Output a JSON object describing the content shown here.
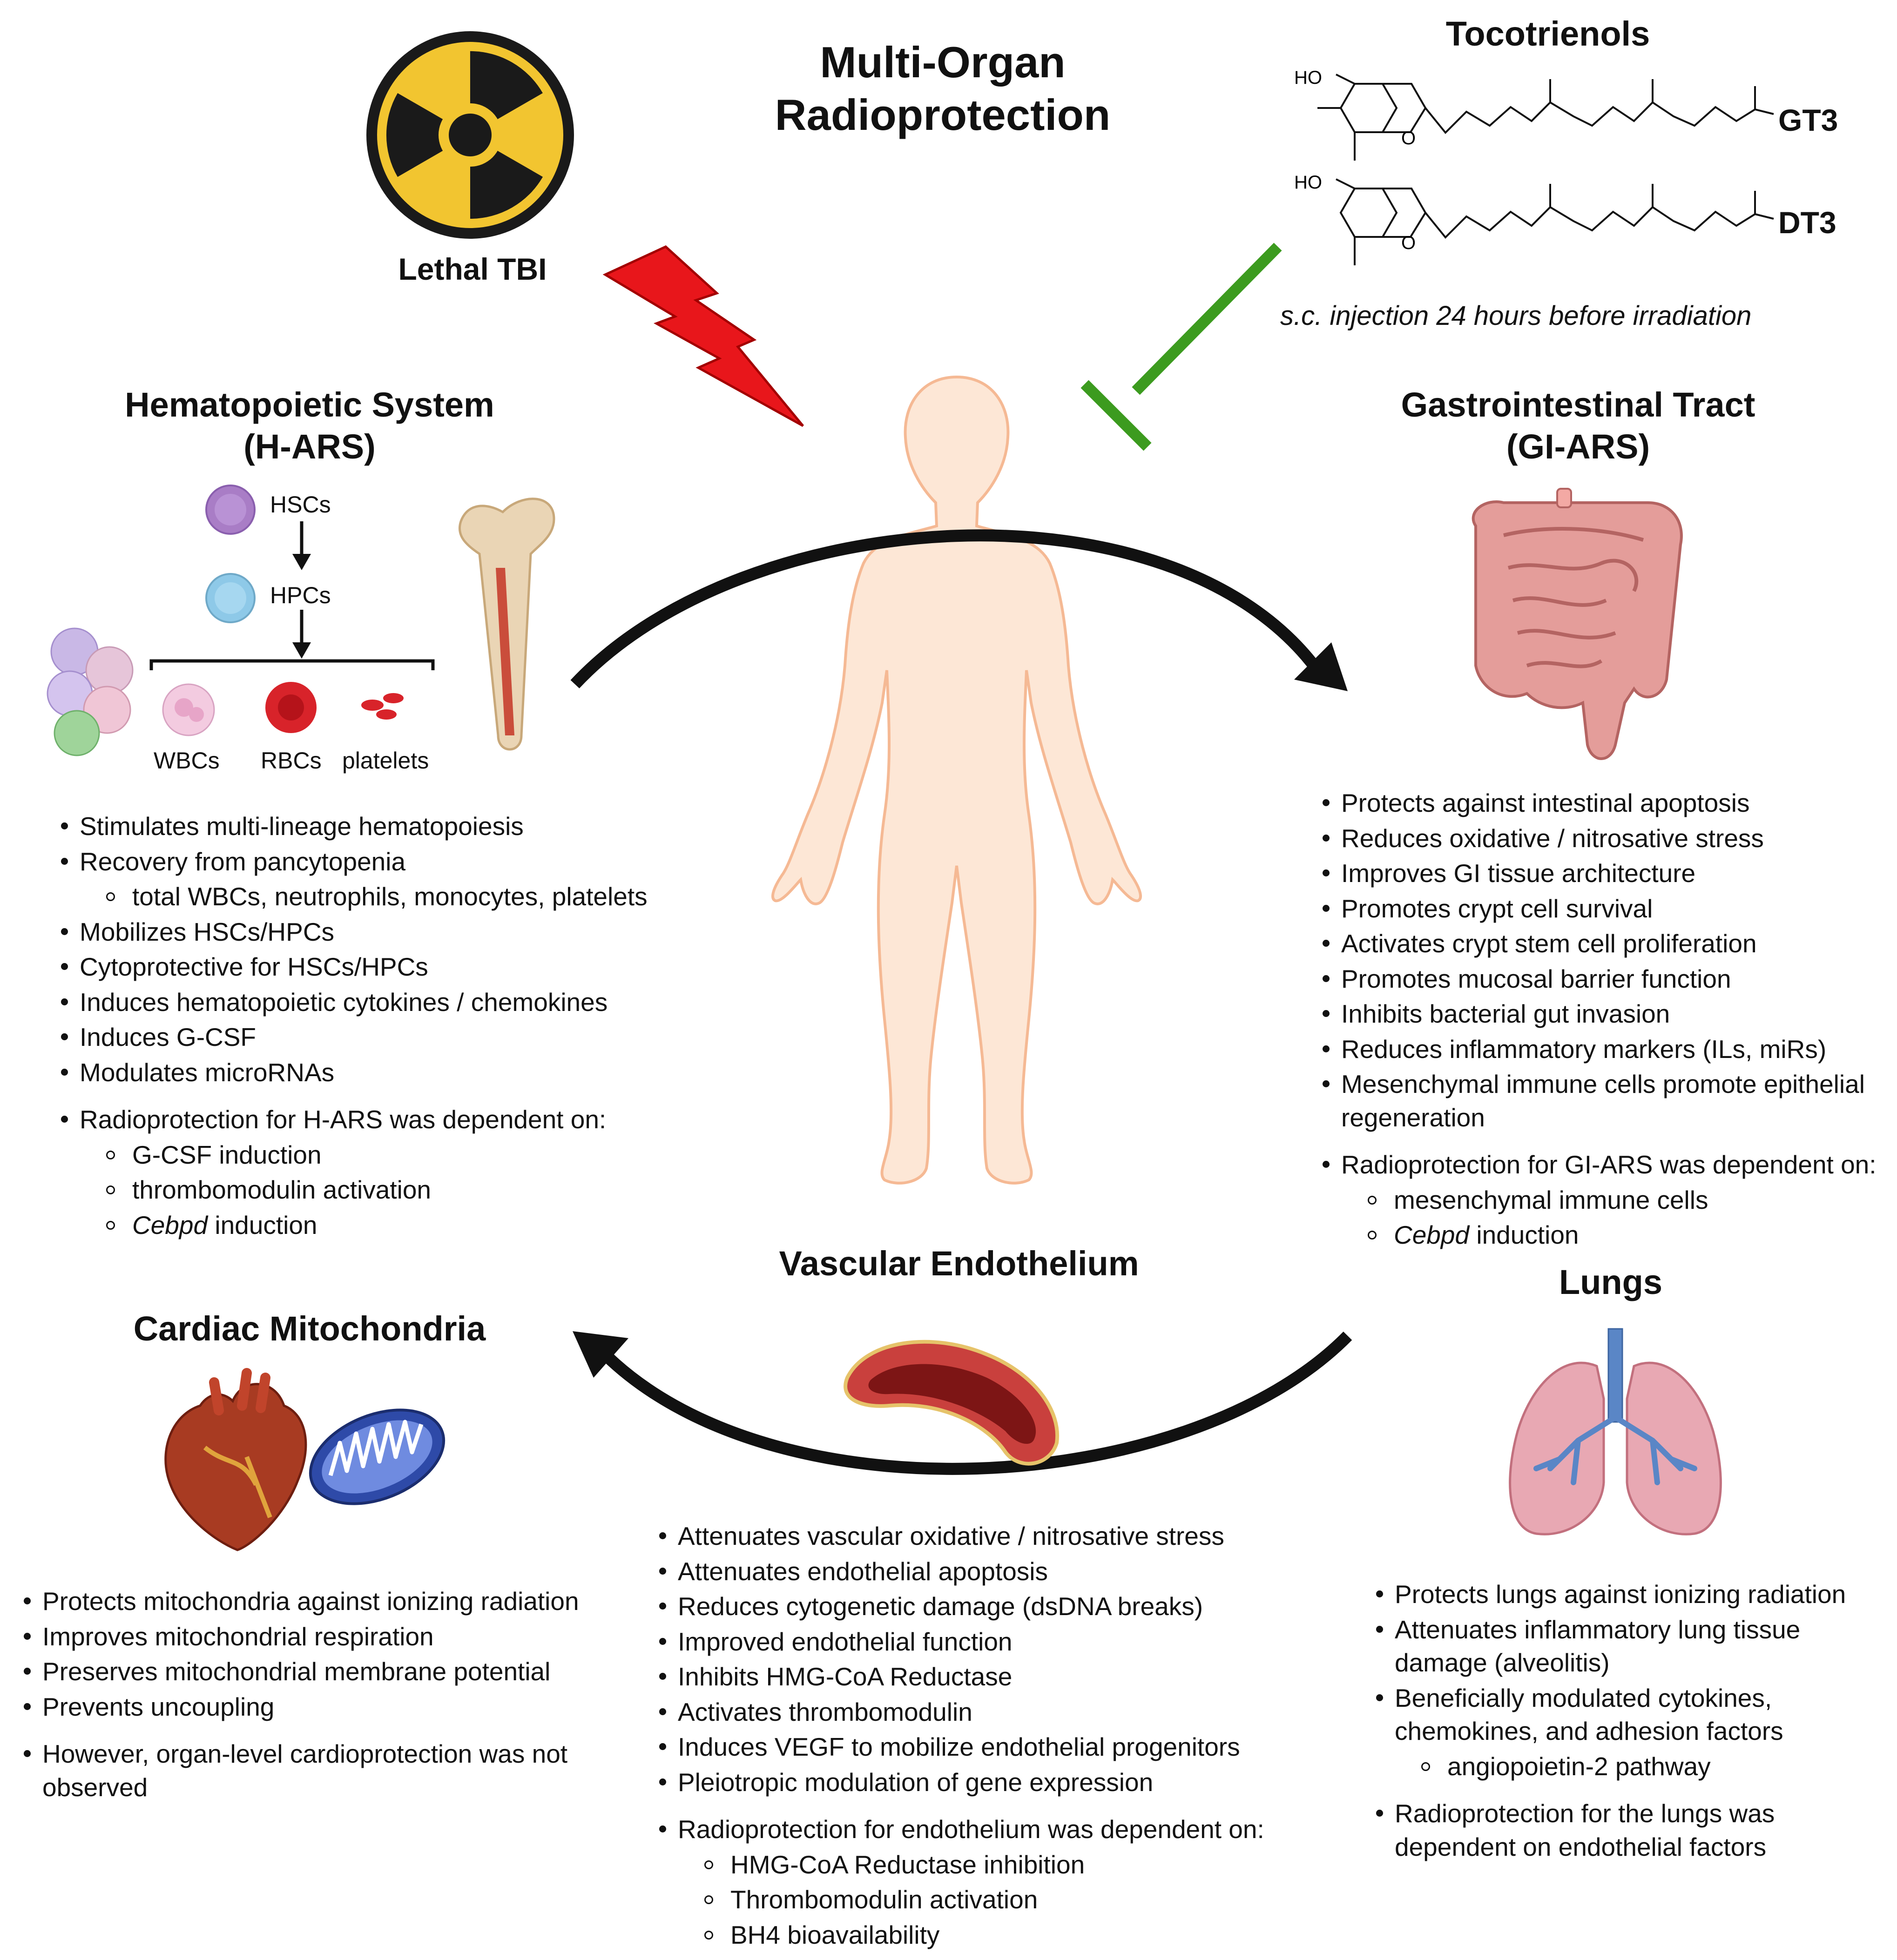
{
  "title": "Multi-Organ Radioprotection",
  "tbi_label": "Lethal TBI",
  "tocotrienols": {
    "title": "Tocotrienols",
    "ho_label": "HO",
    "o_label": "O",
    "compound_1": "GT3",
    "compound_2": "DT3",
    "injection_note": "s.c. injection 24 hours before irradiation"
  },
  "hematopoietic": {
    "title_line1": "Hematopoietic System",
    "title_line2": "(H-ARS)",
    "hscs": "HSCs",
    "hpcs": "HPCs",
    "wbcs": "WBCs",
    "rbcs": "RBCs",
    "platelets": "platelets",
    "items": [
      "Stimulates multi-lineage hematopoiesis",
      "Recovery from pancytopenia",
      "total WBCs, neutrophils, monocytes, platelets",
      "Mobilizes HSCs/HPCs",
      "Cytoprotective for HSCs/HPCs",
      "Induces hematopoietic cytokines / chemokines",
      "Induces G-CSF",
      "Modulates microRNAs",
      "Radioprotection for H-ARS was dependent on:",
      "G-CSF induction",
      "thrombomodulin activation",
      "Cebpd",
      " induction"
    ]
  },
  "gi": {
    "title_line1": "Gastrointestinal Tract",
    "title_line2": "(GI-ARS)",
    "items": [
      "Protects against intestinal apoptosis",
      "Reduces oxidative / nitrosative stress",
      "Improves GI tissue architecture",
      "Promotes crypt cell survival",
      "Activates crypt stem cell proliferation",
      "Promotes mucosal barrier function",
      "Inhibits bacterial gut invasion",
      "Reduces inflammatory markers (ILs, miRs)",
      "Mesenchymal immune cells promote epithelial regeneration",
      "Radioprotection for GI-ARS was dependent on:",
      "mesenchymal immune cells",
      "Cebpd",
      " induction"
    ]
  },
  "vascular": {
    "title": "Vascular Endothelium",
    "items": [
      "Attenuates vascular oxidative / nitrosative stress",
      "Attenuates endothelial apoptosis",
      "Reduces cytogenetic damage (dsDNA breaks)",
      "Improved endothelial function",
      "Inhibits HMG-CoA Reductase",
      "Activates thrombomodulin",
      "Induces VEGF to mobilize endothelial progenitors",
      "Pleiotropic modulation of gene expression",
      "Radioprotection for endothelium was dependent on:",
      "HMG-CoA Reductase inhibition",
      "Thrombomodulin activation",
      "BH4 bioavailability"
    ]
  },
  "cardiac": {
    "title": "Cardiac Mitochondria",
    "items": [
      "Protects mitochondria against ionizing radiation",
      "Improves mitochondrial respiration",
      "Preserves mitochondrial membrane potential",
      "Prevents uncoupling",
      "However, organ-level cardioprotection was not observed"
    ]
  },
  "lungs": {
    "title": "Lungs",
    "items": [
      "Protects lungs against ionizing radiation",
      "Attenuates inflammatory lung tissue damage (alveolitis)",
      "Beneficially modulated cytokines, chemokines, and adhesion factors",
      "angiopoietin-2 pathway",
      "Radioprotection for the lungs was dependent on endothelial factors"
    ]
  },
  "colors": {
    "radiation_yellow": "#f2c530",
    "lightning_red": "#e8161b",
    "inhibit_green": "#3c9b1f",
    "skin": "#fde7d6",
    "skin_outline": "#f5b994"
  }
}
